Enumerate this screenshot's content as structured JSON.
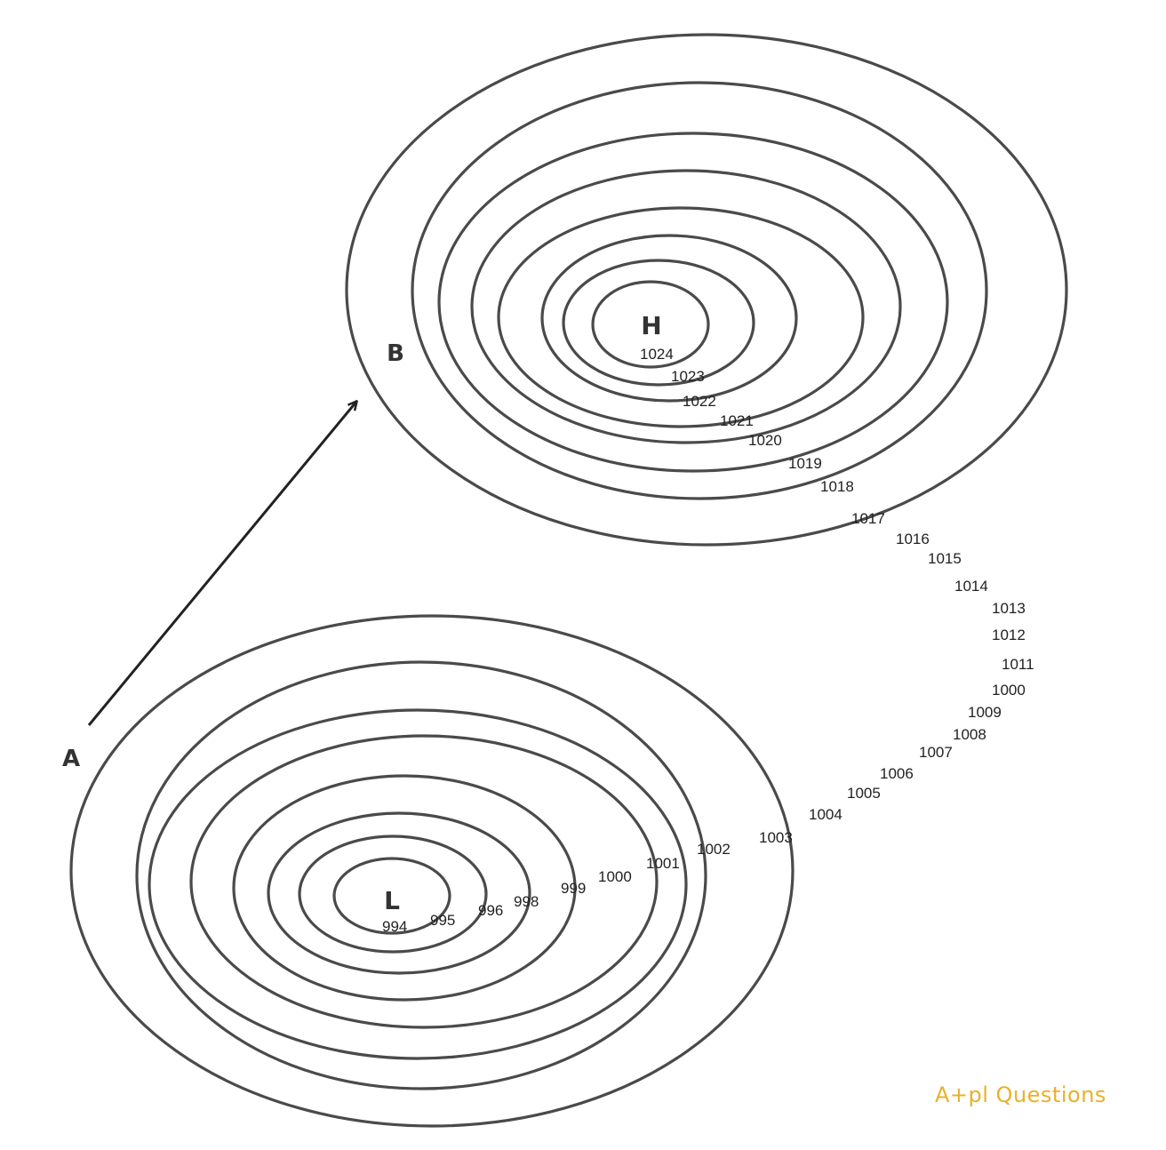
{
  "high": {
    "symbol": "H",
    "isobar_labels": [
      "1024",
      "1023",
      "1022",
      "1021",
      "1020",
      "1019",
      "1018"
    ]
  },
  "low": {
    "symbol": "L",
    "isobar_labels": [
      "994",
      "995",
      "996",
      "998",
      "999",
      "1000",
      "1001",
      "1002",
      "1003"
    ]
  },
  "gradient_labels": [
    "1017",
    "1016",
    "1015",
    "1014",
    "1013",
    "1012",
    "1011",
    "1000",
    "1009",
    "1008",
    "1007",
    "1006",
    "1005",
    "1004"
  ],
  "points": {
    "a": "A",
    "b": "B"
  },
  "brand": {
    "text": "A+pl Questions",
    "color": "#e9b128"
  },
  "colors": {
    "isobar": "#4a4a4a",
    "text": "#222222"
  }
}
